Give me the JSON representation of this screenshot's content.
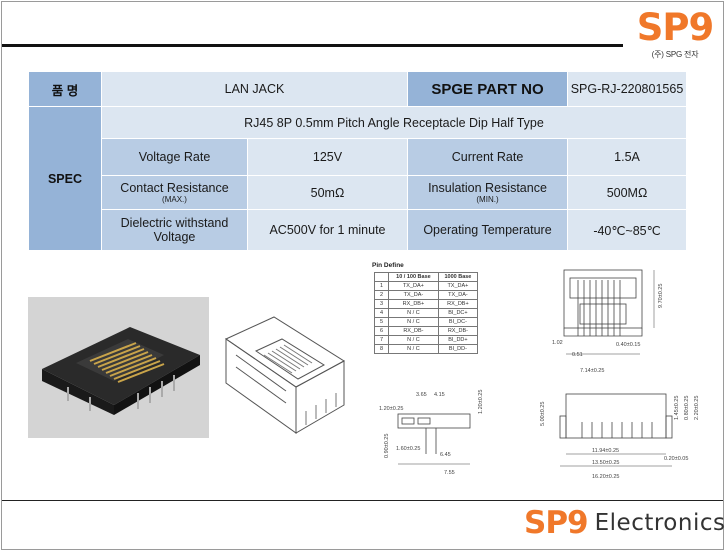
{
  "header": {
    "logo_mark": "SP9",
    "logo_sub": "(주) SPG 전자"
  },
  "spec_table": {
    "name_label": "품  명",
    "product_name": "LAN JACK",
    "part_no_label": "SPGE PART NO",
    "part_no": "SPG-RJ-220801565",
    "spec_label": "SPEC",
    "description": "RJ45 8P 0.5mm Pitch Angle Receptacle Dip Half Type",
    "rows": [
      {
        "label1": "Voltage Rate",
        "sub1": "",
        "value1": "125V",
        "label2": "Current Rate",
        "sub2": "",
        "value2": "1.5A"
      },
      {
        "label1": "Contact Resistance",
        "sub1": "(MAX.)",
        "value1": "50mΩ",
        "label2": "Insulation Resistance",
        "sub2": "(MIN.)",
        "value2": "500MΩ"
      },
      {
        "label1": "Dielectric withstand Voltage",
        "sub1": "",
        "value1": "AC500V for 1 minute",
        "label2": "Operating Temperature",
        "sub2": "",
        "value2": "-40℃~85℃"
      }
    ]
  },
  "pin_define": {
    "title": "Pin Define",
    "columns": [
      "",
      "10 / 100 Base",
      "1000 Base"
    ],
    "rows": [
      [
        "1",
        "TX_DA+",
        "TX_DA+"
      ],
      [
        "2",
        "TX_DA-",
        "TX_DA-"
      ],
      [
        "3",
        "RX_DB+",
        "RX_DB+"
      ],
      [
        "4",
        "N / C",
        "BI_DC+"
      ],
      [
        "5",
        "N / C",
        "BI_DC-"
      ],
      [
        "6",
        "RX_DB-",
        "RX_DB-"
      ],
      [
        "7",
        "N / C",
        "BI_DD+"
      ],
      [
        "8",
        "N / C",
        "BI_DD-"
      ]
    ]
  },
  "dimensions": {
    "front_top": [
      "9.70±0.25",
      "1.02",
      "0.51",
      "0.40±0.15",
      "7.14±0.25"
    ],
    "side": [
      "3.65",
      "4.15",
      "1.20±0.25",
      "1.20±0.25",
      "0.90±0.25",
      "1.60±0.25",
      "6.45",
      "7.55"
    ],
    "front_bottom": [
      "5.00±0.25",
      "1.45±0.25",
      "0.80±0.25",
      "2.20±0.25",
      "11.94±0.25",
      "13.50±0.25",
      "16.20±0.25",
      "0.20±0.05"
    ]
  },
  "footer": {
    "logo_mark": "SP9",
    "logo_word": "Electronics"
  },
  "colors": {
    "brand_orange": "#f0782a",
    "header_blue": "#95b3d7",
    "cell_light": "#dce6f1",
    "cell_mid": "#b8cce4"
  }
}
